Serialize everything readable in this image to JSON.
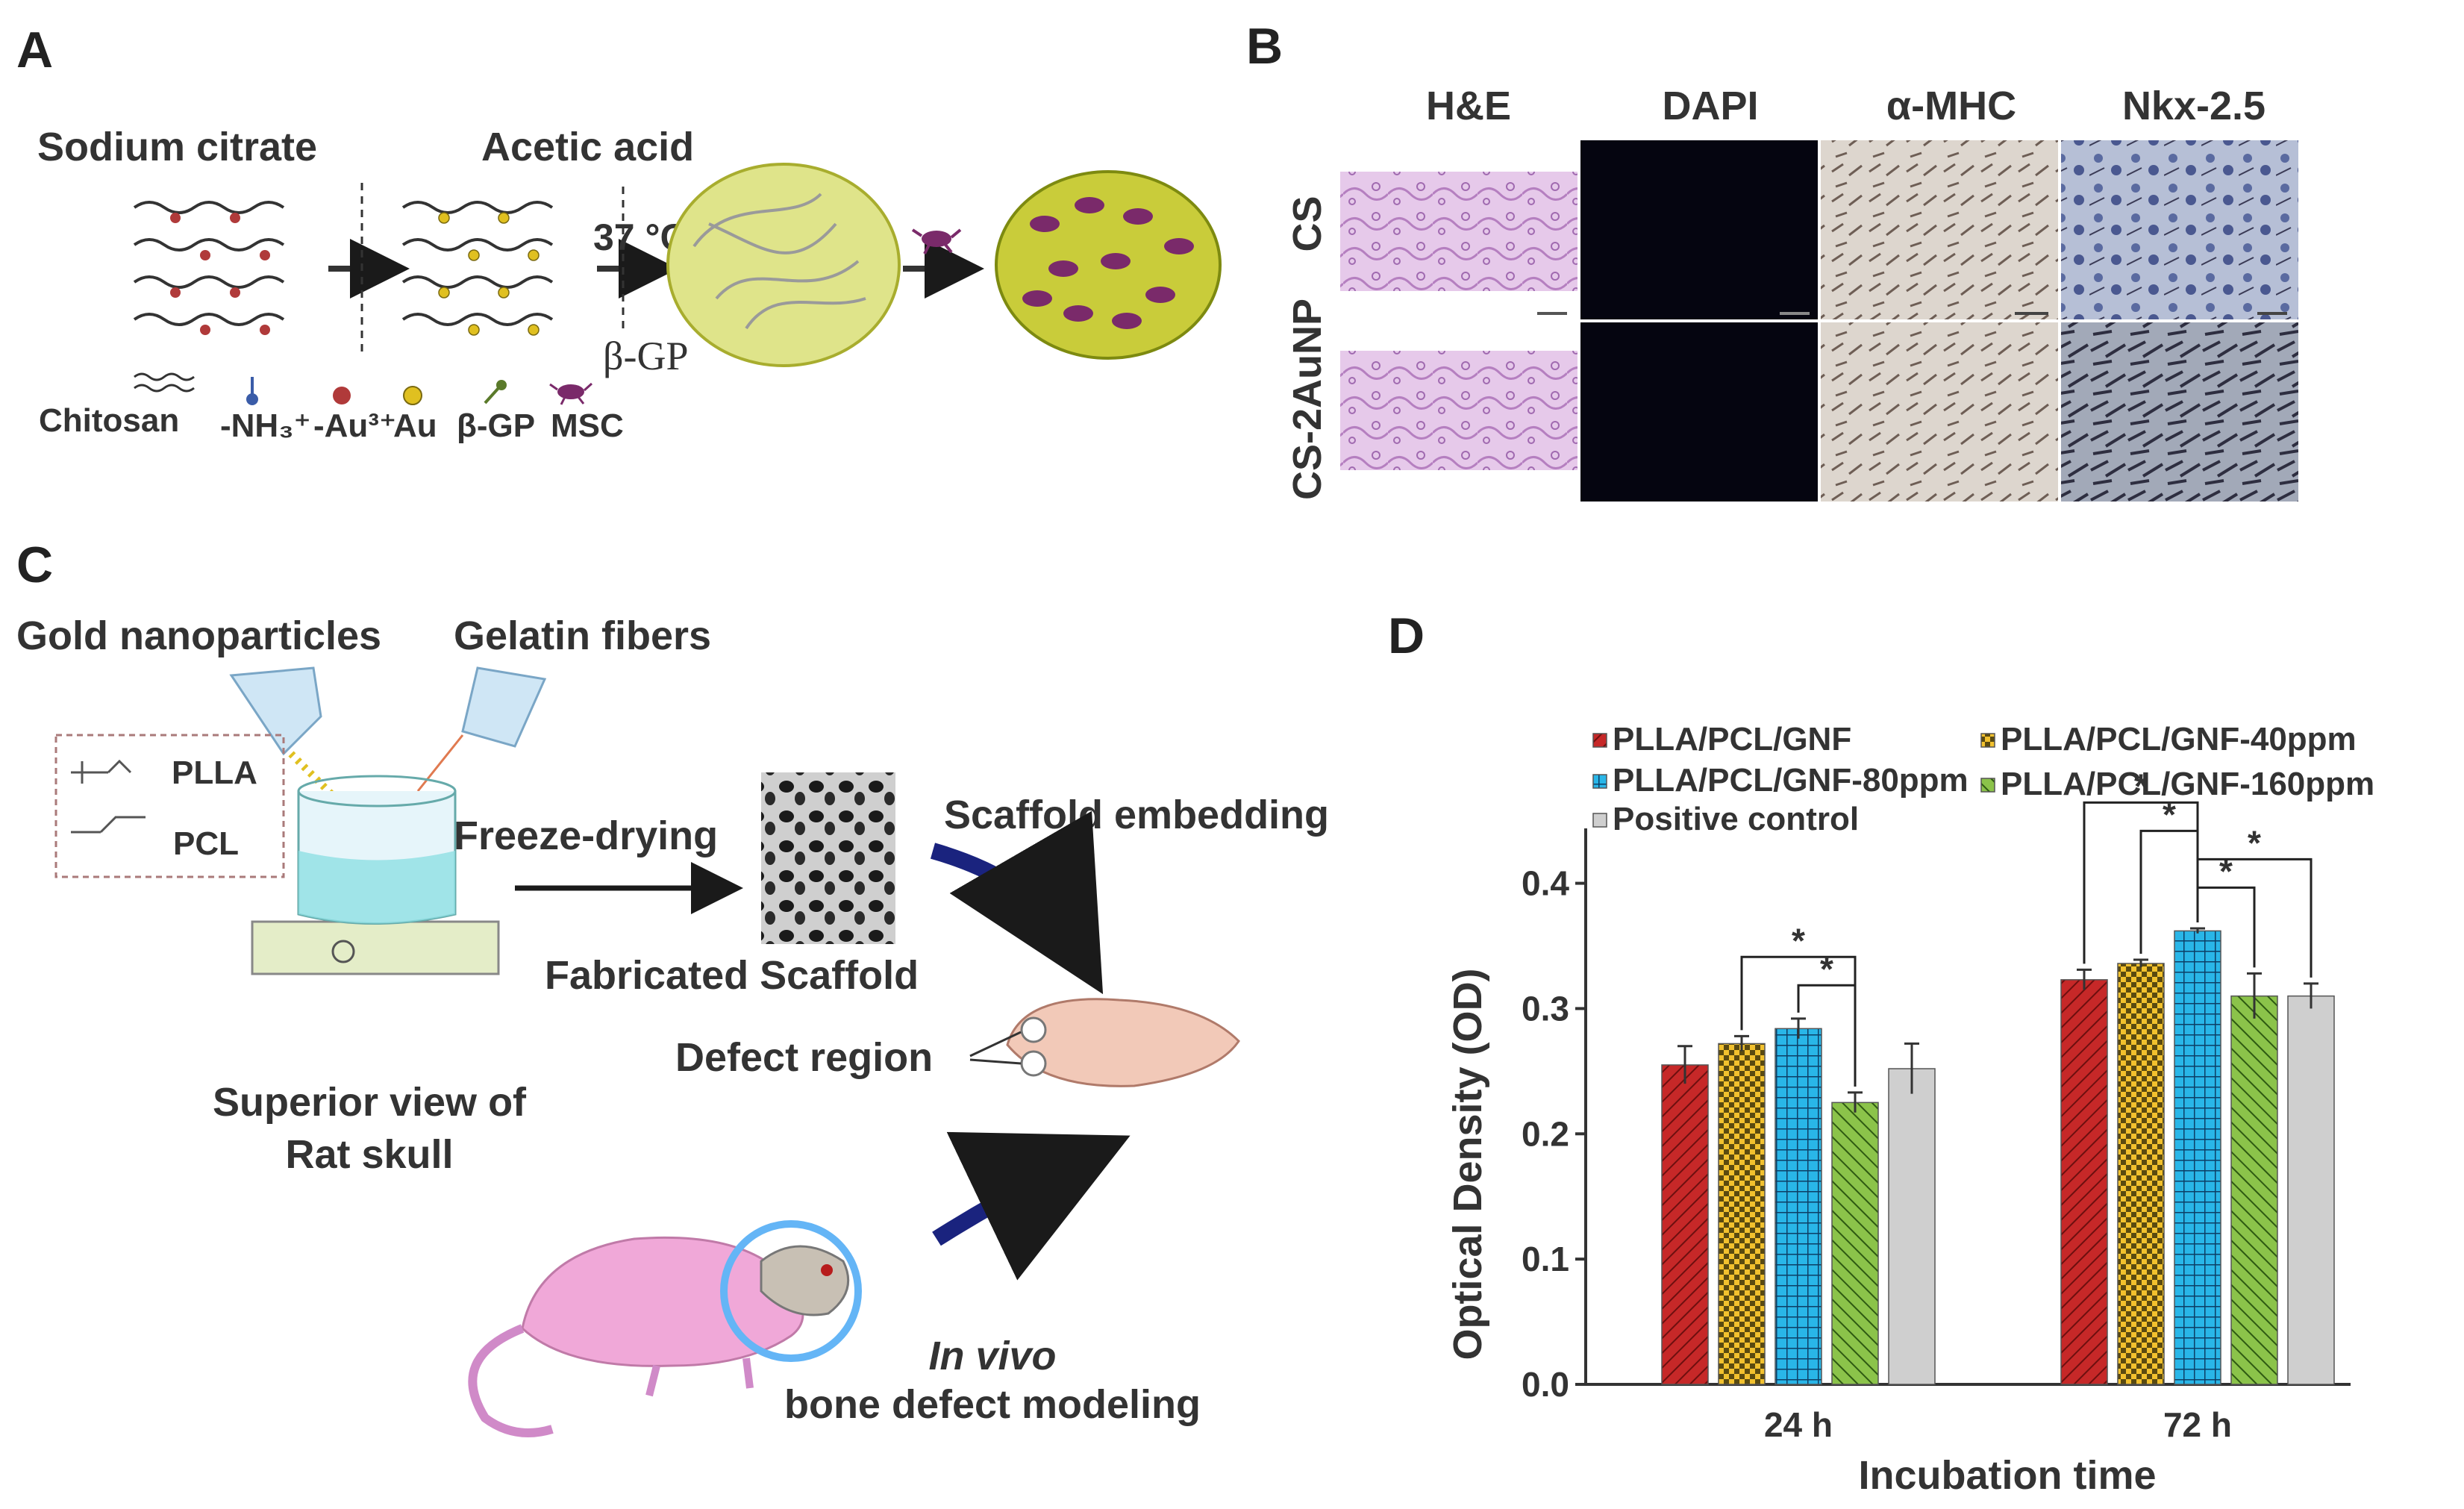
{
  "panels": {
    "a": "A",
    "b": "B",
    "c": "C",
    "d": "D"
  },
  "panel_a": {
    "label_left": "Sodium citrate",
    "label_right": "Acetic acid",
    "temp": "37 °C",
    "gp": "β-GP",
    "legend": {
      "chitosan": "Chitosan",
      "nh3": "-NH₃⁺",
      "au3": "-Au³⁺",
      "au": "Au",
      "bgp": "β-GP",
      "msc": "MSC"
    },
    "colors": {
      "chain": "#333333",
      "nh3": "#3a5ca8",
      "au3": "#b03a3a",
      "au": "#e0c020",
      "gel": "#d8e06a",
      "gel_dark": "#8a8f22",
      "cell": "#7a2a6a"
    }
  },
  "panel_b": {
    "columns": [
      "H&E",
      "DAPI",
      "α-MHC",
      "Nkx-2.5"
    ],
    "rows": [
      "CS",
      "CS-2AuNP"
    ],
    "colors": {
      "he": "#d9b6e0",
      "dapi": "#050510",
      "mhc": "#d9d2ca",
      "nkx": "#a8b2cc"
    }
  },
  "panel_c": {
    "title_gold": "Gold nanoparticles",
    "title_gelatin": "Gelatin fibers",
    "plla": "PLLA",
    "pcl": "PCL",
    "freeze": "Freeze-drying",
    "fabricated": "Fabricated Scaffold",
    "embedding": "Scaffold embedding",
    "defect": "Defect region",
    "superior_1": "Superior view of",
    "superior_2": "Rat skull",
    "invivo": "In vivo",
    "modeling": "bone defect modeling",
    "colors": {
      "arrow": "#1a237e",
      "rat": "#f0a8d8",
      "skull": "#f2c9b8",
      "ring": "#64b5f6"
    }
  },
  "chart_data": {
    "type": "bar",
    "xlabel": "Incubation time",
    "ylabel": "Optical Density (OD)",
    "categories": [
      "24 h",
      "72 h"
    ],
    "ylim": [
      0,
      0.42
    ],
    "yticks": [
      0.0,
      0.1,
      0.2,
      0.3,
      0.4
    ],
    "series": [
      {
        "name": "PLLA/PCL/GNF",
        "values": [
          0.255,
          0.323
        ],
        "errors": [
          0.015,
          0.008
        ],
        "color": "#c62828",
        "pattern": "hatch"
      },
      {
        "name": "PLLA/PCL/GNF-40ppm",
        "values": [
          0.272,
          0.336
        ],
        "errors": [
          0.006,
          0.003
        ],
        "color": "#f2c12e",
        "pattern": "dots"
      },
      {
        "name": "PLLA/PCL/GNF-80ppm",
        "values": [
          0.284,
          0.362
        ],
        "errors": [
          0.008,
          0.002
        ],
        "color": "#29b6e8",
        "pattern": "grid"
      },
      {
        "name": "PLLA/PCL/GNF-160ppm",
        "values": [
          0.225,
          0.31
        ],
        "errors": [
          0.008,
          0.018
        ],
        "color": "#8bc34a",
        "pattern": "hatch2"
      },
      {
        "name": "Positive control",
        "values": [
          0.252,
          0.31
        ],
        "errors": [
          0.02,
          0.01
        ],
        "color": "#cfcfcf",
        "pattern": "none"
      }
    ],
    "significance": [
      {
        "cat": 0,
        "from": 1,
        "to": 3,
        "level": 2,
        "label": "*"
      },
      {
        "cat": 0,
        "from": 2,
        "to": 3,
        "level": 1,
        "label": "*"
      },
      {
        "cat": 1,
        "from": 0,
        "to": 2,
        "level": 4,
        "label": "*"
      },
      {
        "cat": 1,
        "from": 1,
        "to": 2,
        "level": 3,
        "label": "*"
      },
      {
        "cat": 1,
        "from": 2,
        "to": 3,
        "level": 1,
        "label": "*"
      },
      {
        "cat": 1,
        "from": 2,
        "to": 4,
        "level": 2,
        "label": "*"
      }
    ]
  }
}
